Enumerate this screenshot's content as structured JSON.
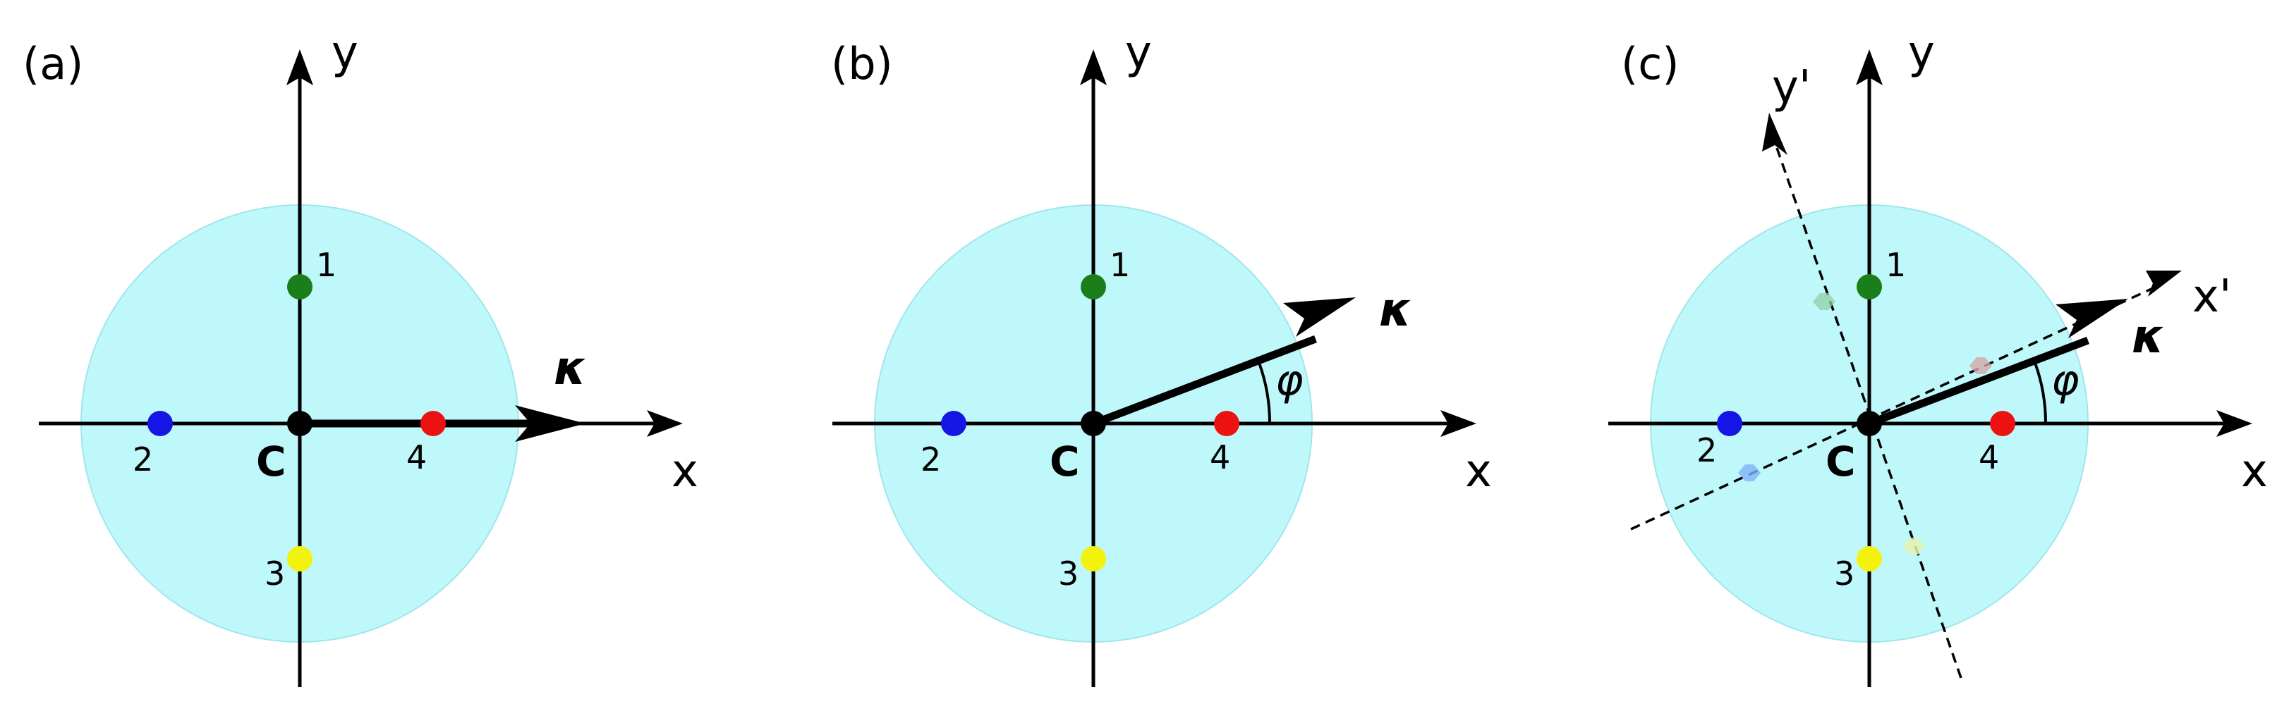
{
  "colors": {
    "disk": "#bff8fa",
    "disk_stroke": "#9fe6ec",
    "point_1": "#1a7f1a",
    "point_2": "#1515e6",
    "point_3": "#f2f20c",
    "point_4": "#ec1212",
    "ghost_1": "#8fd0a4",
    "ghost_2": "#7fb2f6",
    "ghost_3": "#e2f5b0",
    "ghost_4": "#d6a8a8",
    "center": "#000000"
  },
  "panels": [
    {
      "label": "(a)",
      "x_axis": "x",
      "y_axis": "y",
      "center": "C",
      "points": [
        "1",
        "2",
        "3",
        "4"
      ],
      "vector": "κ"
    },
    {
      "label": "(b)",
      "x_axis": "x",
      "y_axis": "y",
      "center": "C",
      "points": [
        "1",
        "2",
        "3",
        "4"
      ],
      "vector": "κ",
      "angle": "φ"
    },
    {
      "label": "(c)",
      "x_axis": "x",
      "y_axis": "y",
      "x_prime_axis": "x'",
      "y_prime_axis": "y'",
      "center": "C",
      "points": [
        "1",
        "2",
        "3",
        "4"
      ],
      "vector": "κ",
      "angle": "φ"
    }
  ]
}
